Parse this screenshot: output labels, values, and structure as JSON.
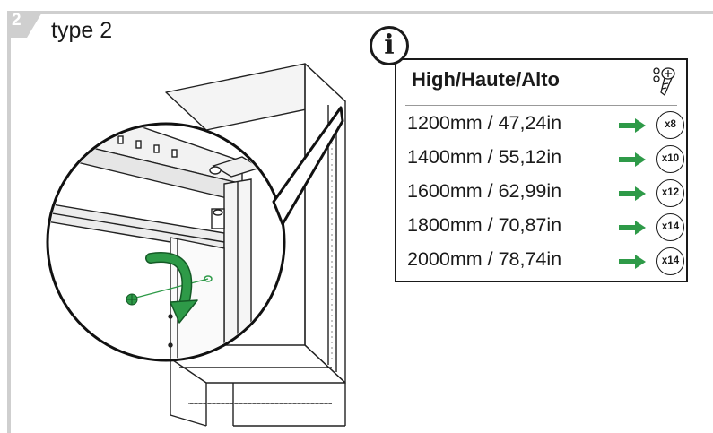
{
  "step": {
    "number": "2",
    "title": "type 2"
  },
  "info": {
    "badge_glyph": "i",
    "heading": "High/Haute/Alto",
    "rows": [
      {
        "label": "1200mm / 47,24in",
        "quantity": "x8"
      },
      {
        "label": "1400mm / 55,12in",
        "quantity": "x10"
      },
      {
        "label": "1600mm / 62,99in",
        "quantity": "x12"
      },
      {
        "label": "1800mm / 70,87in",
        "quantity": "x14"
      },
      {
        "label": "2000mm / 78,74in",
        "quantity": "x14"
      }
    ]
  },
  "colors": {
    "frame_gray": "#cfcfcf",
    "arrow_green": "#2e9a48",
    "line": "#1a1a1a"
  },
  "icons": [
    "info-icon",
    "screw-icon",
    "arrow-icon",
    "rotate-arrow-icon"
  ]
}
